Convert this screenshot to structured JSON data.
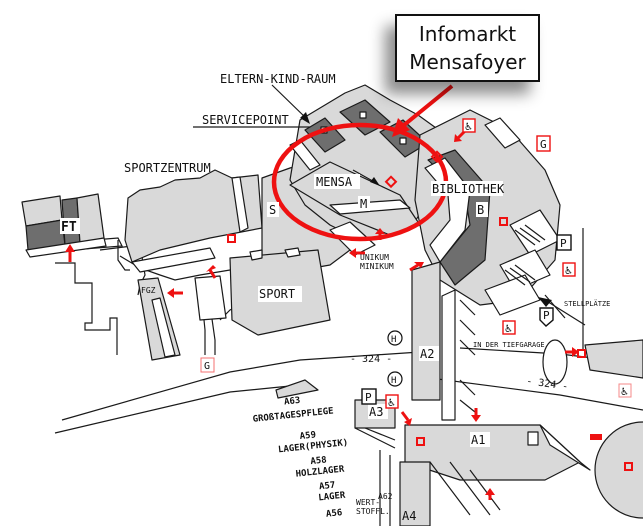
{
  "callout": {
    "line1": "Infomarkt",
    "line2": "Mensafoyer"
  },
  "colors": {
    "highlight": "#ee1111",
    "building": "#d9d9d9",
    "dark_roof": "#6e6e6e"
  },
  "labels": {
    "eltern_kind_raum": "ELTERN-KIND-RAUM",
    "servicepoint": "SERVICEPOINT",
    "sportzentrum": "SPORTZENTRUM",
    "mensa": "MENSA",
    "m": "M",
    "s": "S",
    "bibliothek": "BIBLIOTHEK",
    "b": "B",
    "ft": "FT",
    "fgz": "FGZ",
    "sport": "SPORT",
    "unikum": "UNIKUM",
    "minikum": "MINIKUM",
    "stellplaetze": "STELLPLÄTZE",
    "in_der_tiefgarage": "IN DER TIEFGARAGE",
    "a2": "A2",
    "a3": "A3",
    "a1": "A1",
    "a4": "A4",
    "a62": "A62",
    "wertstoffl_1": "WERT-",
    "wertstoffl_2": "STOFFL.",
    "road_324_left": "- 324 -",
    "road_324_right": "- 324 -",
    "a63": "A63",
    "grosstagespflege": "GROßTAGESPFLEGE",
    "a59": "A59",
    "lager_physik": "LAGER(PHYSIK)",
    "a58": "A58",
    "holzlager": "HOLZLAGER",
    "a57": "A57",
    "lager": "LAGER",
    "a56": "A56"
  },
  "markers": {
    "g_top": "G",
    "g_bottom": "G",
    "p_1": "P",
    "p_2": "P",
    "p_3": "P",
    "h_1": "H",
    "h_2": "H",
    "wheelchair": "♿"
  }
}
